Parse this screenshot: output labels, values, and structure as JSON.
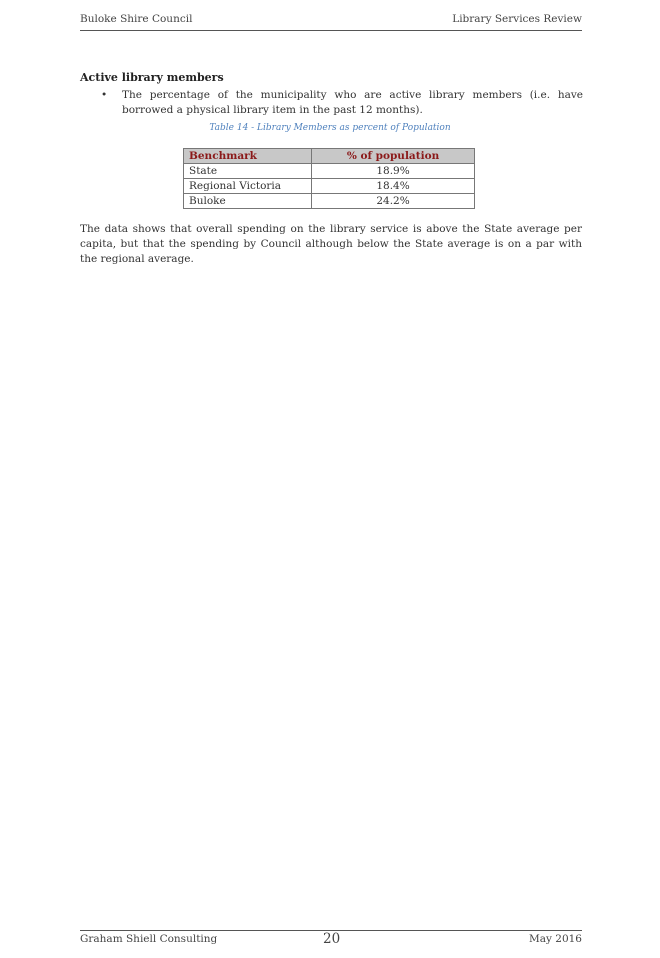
{
  "header": {
    "left": "Buloke Shire Council",
    "right": "Library Services Review"
  },
  "section": {
    "heading": "Active library members",
    "bullet": "The percentage of the municipality who are active library members (i.e. have borrowed a physical library item in the past 12 months)."
  },
  "table": {
    "caption": "Table 14 - Library Members as percent of Population",
    "headers": [
      "Benchmark",
      "% of population"
    ],
    "rows": [
      [
        "State",
        "18.9%"
      ],
      [
        "Regional Victoria",
        "18.4%"
      ],
      [
        "Buloke",
        "24.2%"
      ]
    ]
  },
  "paragraph": "The data shows that overall spending on the library service is above the State average per capita, but that the spending by Council although below the State average is on a par with the regional average.",
  "footer": {
    "left": "Graham Shiell Consulting",
    "page": "20",
    "right": "May 2016"
  }
}
